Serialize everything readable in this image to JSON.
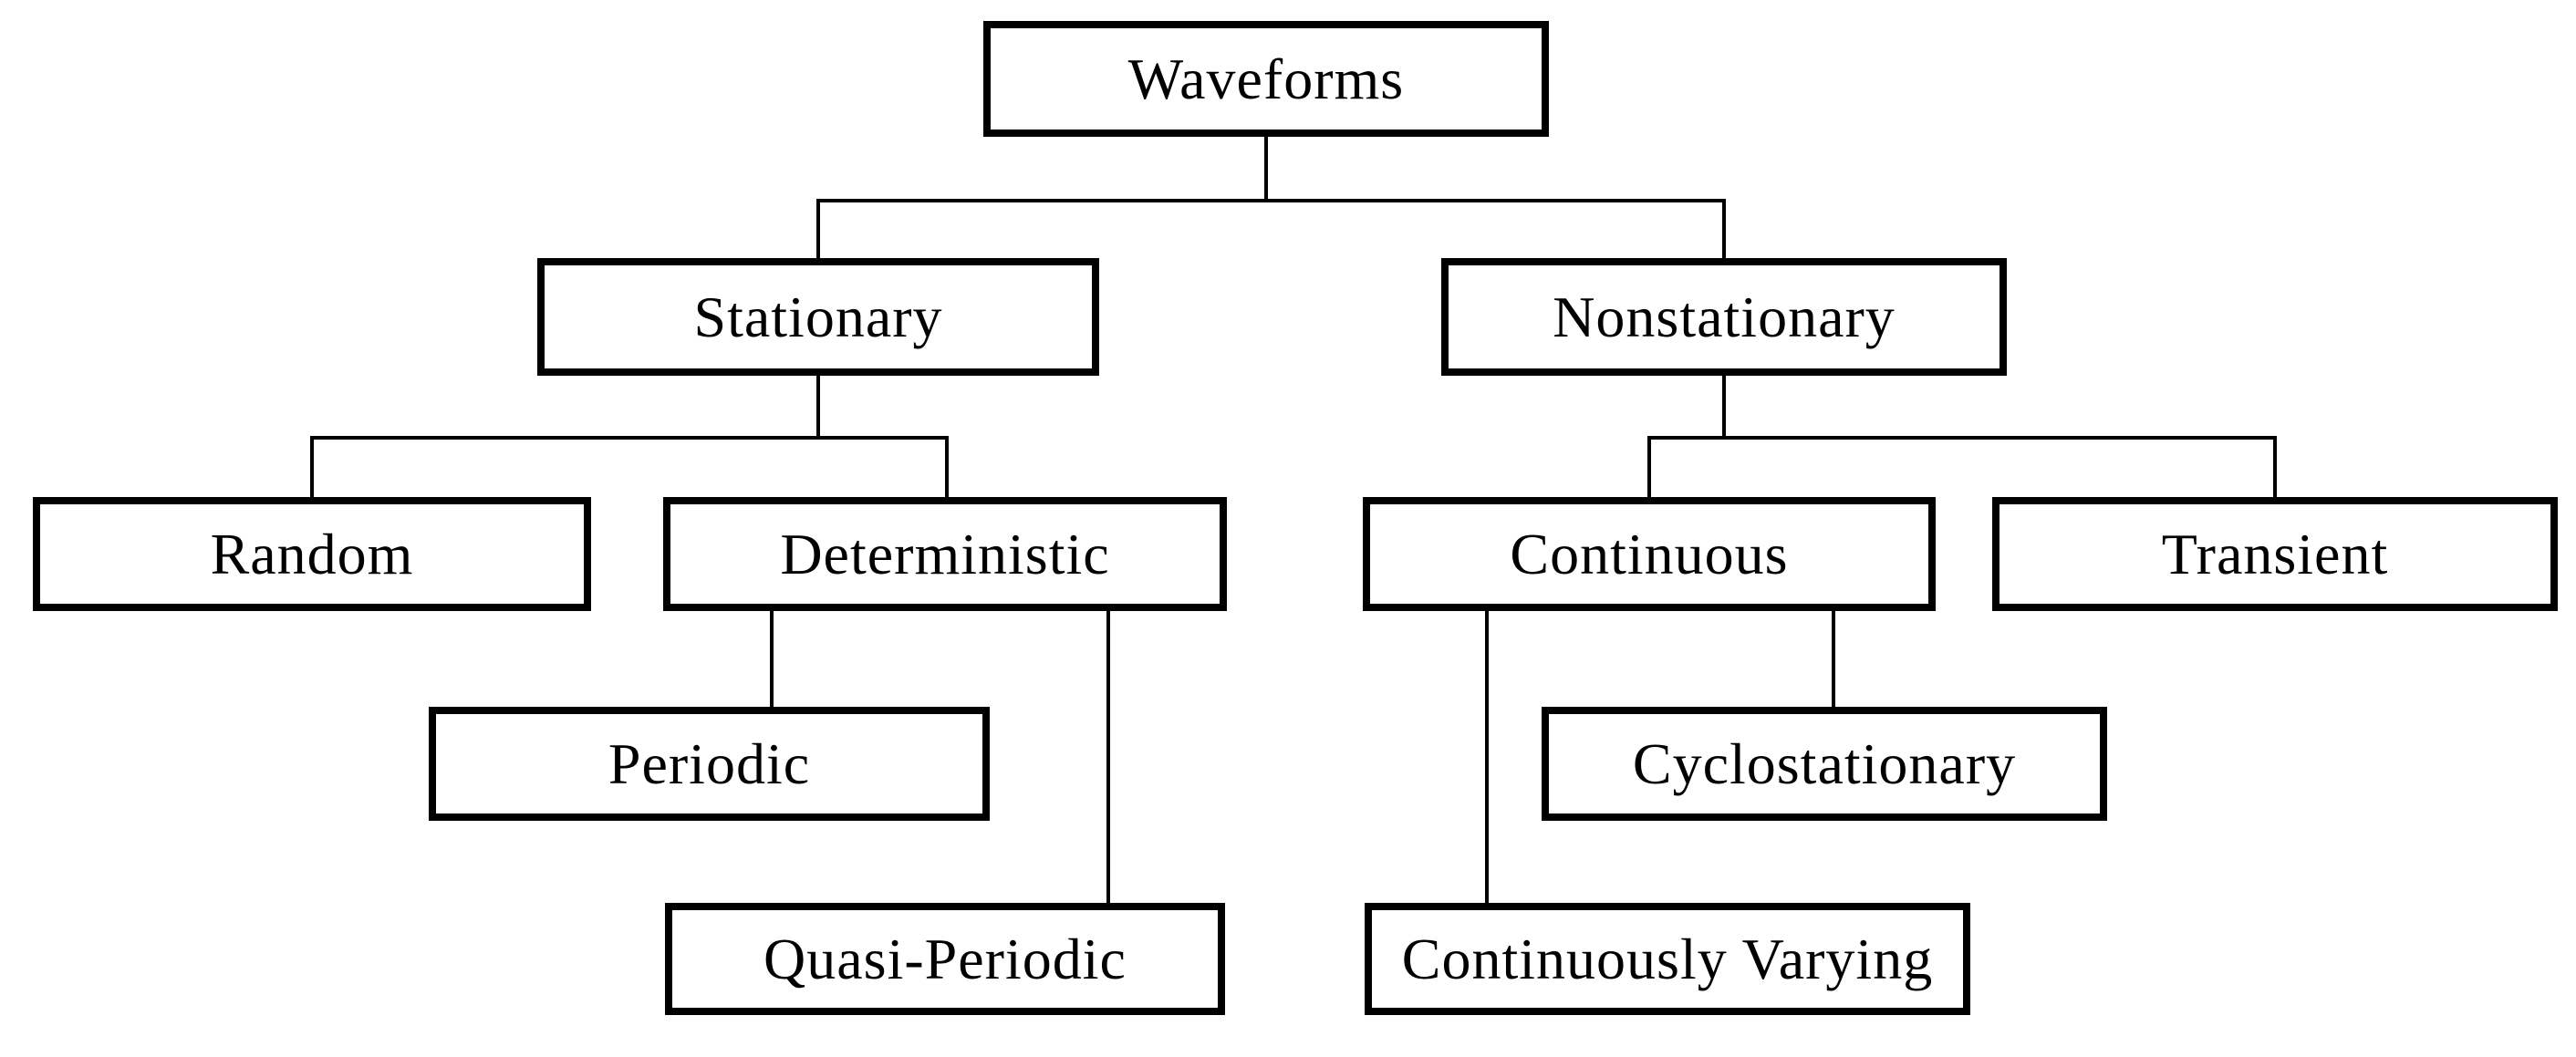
{
  "diagram": {
    "type": "tree",
    "root_label": "Waveforms",
    "background_color": "#ffffff",
    "box_border_color": "#000000",
    "text_color": "#000000",
    "line_color": "#000000",
    "nodes": {
      "waveforms": {
        "label": "Waveforms",
        "level": 1
      },
      "stationary": {
        "label": "Stationary",
        "level": 2
      },
      "nonstationary": {
        "label": "Nonstationary",
        "level": 2
      },
      "random": {
        "label": "Random",
        "level": 3
      },
      "deterministic": {
        "label": "Deterministic",
        "level": 3
      },
      "continuous": {
        "label": "Continuous",
        "level": 3
      },
      "transient": {
        "label": "Transient",
        "level": 3
      },
      "periodic": {
        "label": "Periodic",
        "level": 4
      },
      "cyclostationary": {
        "label": "Cyclostationary",
        "level": 4
      },
      "quasi_periodic": {
        "label": "Quasi-Periodic",
        "level": 5
      },
      "continuously_varying": {
        "label": "Continuously Varying",
        "level": 5
      }
    },
    "edges": [
      {
        "from": "Waveforms",
        "to": "Stationary"
      },
      {
        "from": "Waveforms",
        "to": "Nonstationary"
      },
      {
        "from": "Stationary",
        "to": "Random"
      },
      {
        "from": "Stationary",
        "to": "Deterministic"
      },
      {
        "from": "Nonstationary",
        "to": "Continuous"
      },
      {
        "from": "Nonstationary",
        "to": "Transient"
      },
      {
        "from": "Deterministic",
        "to": "Periodic"
      },
      {
        "from": "Deterministic",
        "to": "Quasi-Periodic"
      },
      {
        "from": "Continuous",
        "to": "Cyclostationary"
      },
      {
        "from": "Continuous",
        "to": "Continuously Varying"
      }
    ]
  }
}
